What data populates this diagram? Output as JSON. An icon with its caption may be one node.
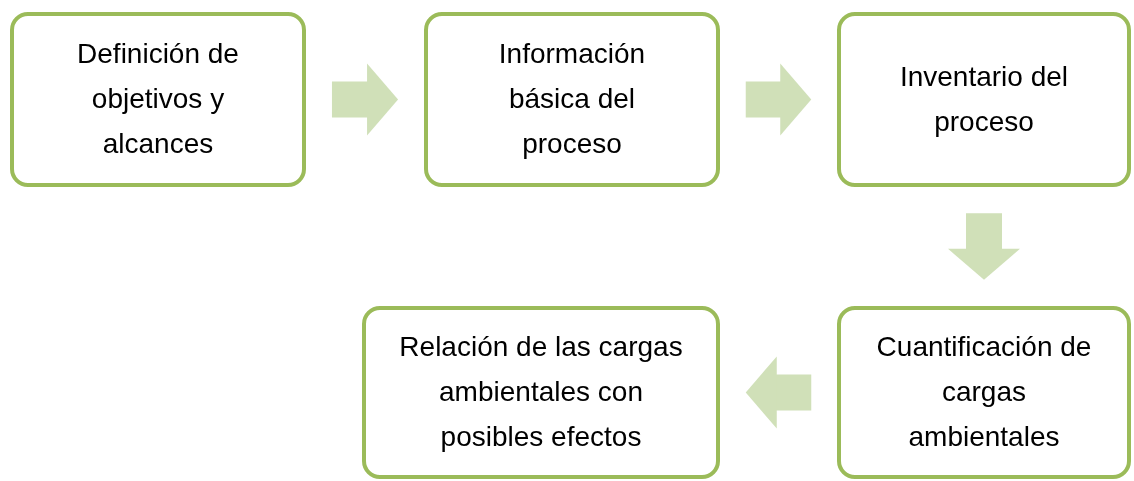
{
  "diagram": {
    "nodes": [
      {
        "text": [
          "Definición de objetivos y alcances"
        ]
      },
      {
        "text": [
          "Información básica del proceso"
        ]
      },
      {
        "text": [
          "Inventario del proceso"
        ]
      },
      {
        "text": [
          "Cuantificación de cargas ambientales"
        ]
      },
      {
        "text": [
          "Relación de las cargas ambientales con posibles efectos"
        ]
      }
    ],
    "edges": [
      {
        "from": 0,
        "to": 1,
        "arrow": "to"
      },
      {
        "from": 1,
        "to": 2,
        "arrow": "to"
      },
      {
        "from": 2,
        "to": 3,
        "arrow": "to"
      },
      {
        "from": 3,
        "to": 4,
        "arrow": "to"
      }
    ]
  }
}
